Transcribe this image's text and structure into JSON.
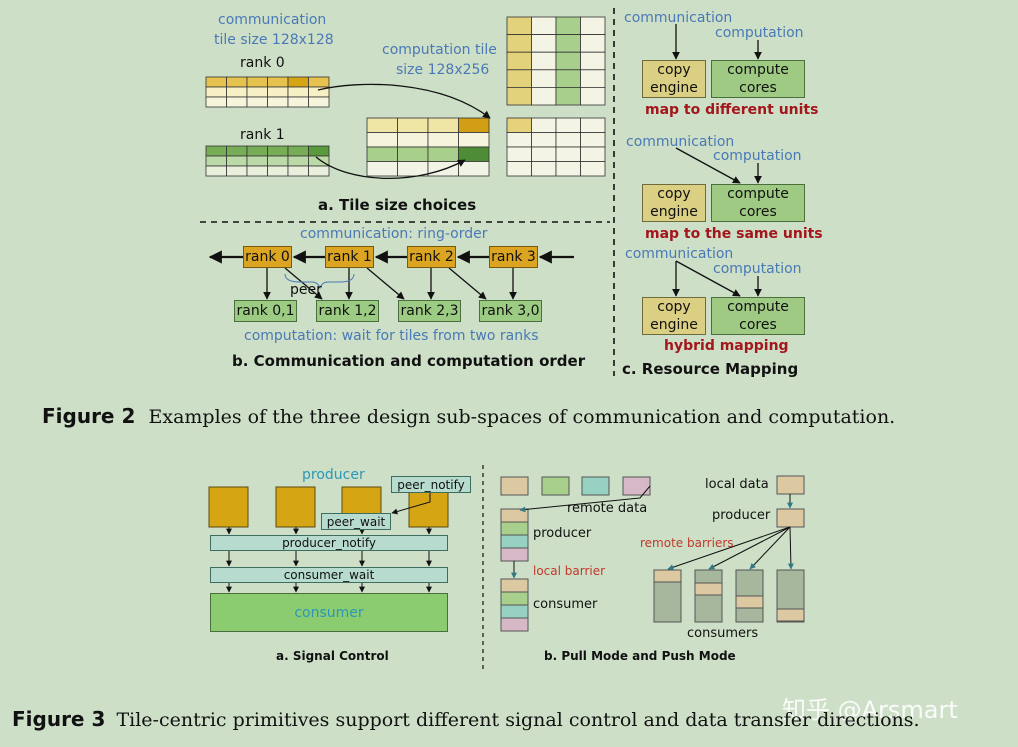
{
  "fig2": {
    "a": {
      "comm_tile_l1": "communication",
      "comm_tile_l2": "tile size 128x128",
      "comp_tile_l1": "computation tile",
      "comp_tile_l2": "size 128x256",
      "rank0": "rank 0",
      "rank1": "rank 1",
      "caption": "a. Tile size choices"
    },
    "b": {
      "ring_label": "communication: ring-order",
      "ranks": [
        "rank 0",
        "rank 1",
        "rank 2",
        "rank 3"
      ],
      "peer": "peer",
      "pairs": [
        "rank 0,1",
        "rank 1,2",
        "rank 2,3",
        "rank 3,0"
      ],
      "wait_label": "computation: wait for tiles from two ranks",
      "caption": "b. Communication and computation order"
    },
    "c": {
      "communication": "communication",
      "computation": "computation",
      "copy_engine_l1": "copy",
      "copy_engine_l2": "engine",
      "compute_cores_l1": "compute",
      "compute_cores_l2": "cores",
      "map_different": "map to different units",
      "map_same": "map to the same units",
      "hybrid": "hybrid mapping",
      "caption": "c. Resource Mapping"
    },
    "caption_num": "Figure 2",
    "caption_text": "Examples of the three design sub-spaces of communication and computation."
  },
  "fig3": {
    "a": {
      "producer": "producer",
      "peer_notify": "peer_notify",
      "peer_wait": "peer_wait",
      "producer_notify": "producer_notify",
      "consumer_wait": "consumer_wait",
      "consumer": "consumer",
      "caption": "a. Signal Control"
    },
    "b": {
      "remote_data": "remote data",
      "producer": "producer",
      "local_barrier": "local barrier",
      "consumer": "consumer",
      "local_data": "local data",
      "producer_right": "producer",
      "remote_barriers": "remote barriers",
      "consumers": "consumers",
      "caption": "b. Pull Mode and Push Mode"
    },
    "caption_num": "Figure 3",
    "caption_text": "Tile-centric primitives support different signal control and data transfer directions."
  },
  "watermark": "知乎 @Arsmart",
  "colors": {
    "background": "#cddfc7",
    "gold": "#d6a514",
    "pale_yellow": "#f1ebb4",
    "light_green": "#a9cf8c",
    "dark_green": "#5a9a3c",
    "rank_box": "#dba521",
    "pair_box": "#9ccc84",
    "copy_engine": "#dacf82",
    "compute_cores": "#9fca84",
    "teal_bar": "#b7dccf",
    "consumer_green": "#8ccc70",
    "tan": "#dcc9a2",
    "teal": "#97d1c1",
    "mauve": "#d7b8c6",
    "grey_green": "#a6b79e",
    "blue_text": "#4a79b6",
    "red_text": "#a3161c"
  }
}
